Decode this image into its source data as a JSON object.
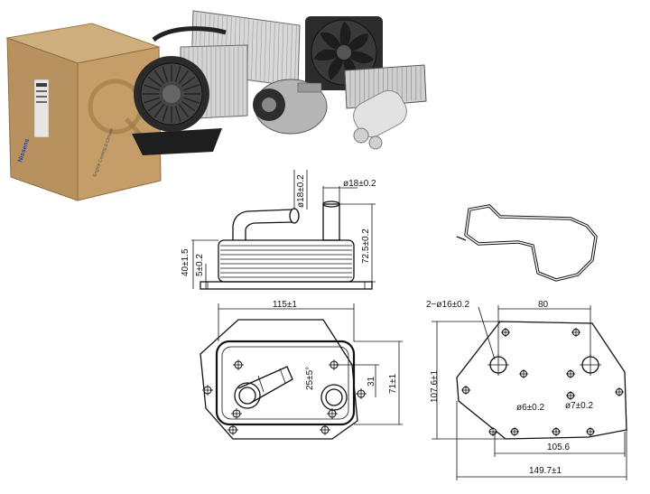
{
  "product_photo": {
    "box_brand": "Nissens",
    "box_tagline": "Engine Cooling & Climate"
  },
  "side_view": {
    "dim_pipe_left_dia": "ø18±0.2",
    "dim_pipe_right_dia": "ø18±0.2",
    "dim_height_total": "72.5±0.2",
    "dim_height_body": "40±1.5",
    "dim_base": "5±0.2"
  },
  "top_view": {
    "dim_width": "115±1",
    "dim_height": "71±1",
    "dim_offset": "31",
    "dim_angle": "25±5°"
  },
  "bottom_view": {
    "dim_ports": "2−ø16±0.2",
    "dim_port_spacing": "80",
    "dim_height": "107.6±1",
    "dim_hole_small": "ø6±0.2",
    "dim_hole_mid": "ø7±0.2",
    "dim_hole_spacing": "105.6",
    "dim_width": "149.7±1"
  },
  "colors": {
    "line": "#111111",
    "box_brown": "#b08a5a",
    "box_label_blue": "#1d4a9a"
  }
}
